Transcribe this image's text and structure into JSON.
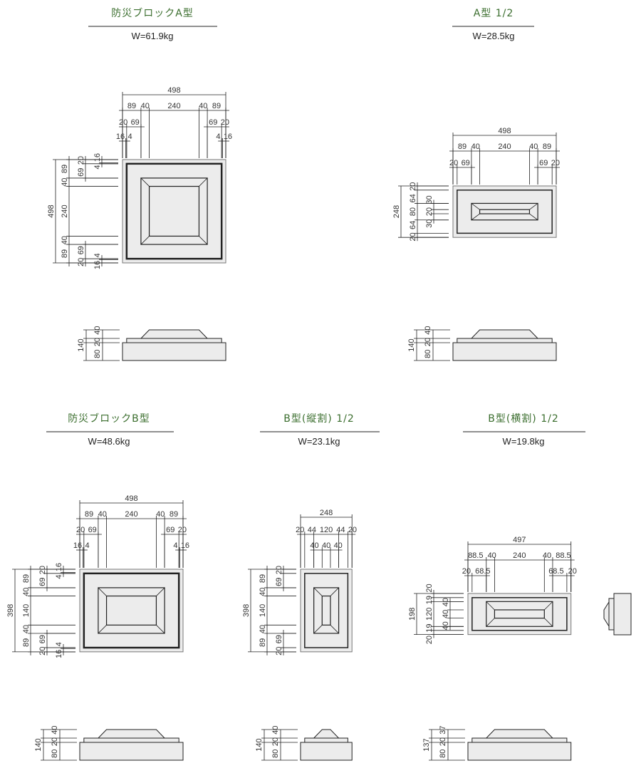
{
  "colors": {
    "title": "#3b6e2e",
    "block_fill": "#ececec",
    "line": "#222222"
  },
  "panels": [
    {
      "title": "防災ブロックA型",
      "weight": "W=61.9kg",
      "dims_top": [
        [
          "498"
        ],
        [
          "89",
          "40",
          "240",
          "40",
          "89"
        ],
        [
          "20",
          "69"
        ],
        [
          "69",
          "20"
        ],
        [
          "16",
          "4"
        ],
        [
          "4",
          "16"
        ]
      ],
      "dims_left": [
        [
          "498"
        ],
        [
          "89",
          "40",
          "240",
          "40",
          "89"
        ],
        [
          "20",
          "69"
        ],
        [
          "69",
          "20"
        ],
        [
          "16",
          "4"
        ],
        [
          "4",
          "16"
        ]
      ],
      "side": [
        "140",
        "40",
        "20",
        "80"
      ]
    },
    {
      "title": "A型 1/2",
      "weight": "W=28.5kg",
      "dims_top": [
        [
          "498"
        ],
        [
          "89",
          "40",
          "240",
          "40",
          "89"
        ],
        [
          "20",
          "69"
        ],
        [
          "69",
          "20"
        ]
      ],
      "dims_left": [
        [
          "248"
        ],
        [
          "20",
          "64",
          "80",
          "64",
          "20"
        ],
        [
          "30",
          "20",
          "30"
        ]
      ],
      "side": [
        "140",
        "40",
        "20",
        "80"
      ]
    },
    {
      "title": "防災ブロックB型",
      "weight": "W=48.6kg",
      "dims_top": [
        [
          "498"
        ],
        [
          "89",
          "40",
          "240",
          "40",
          "89"
        ],
        [
          "20",
          "69"
        ],
        [
          "69",
          "20"
        ],
        [
          "16",
          "4"
        ],
        [
          "4",
          "16"
        ]
      ],
      "dims_left": [
        [
          "398"
        ],
        [
          "89",
          "40",
          "140",
          "40",
          "89"
        ],
        [
          "20",
          "69"
        ],
        [
          "69",
          "20"
        ],
        [
          "16",
          "4"
        ],
        [
          "4",
          "16"
        ]
      ],
      "side": [
        "140",
        "40",
        "20",
        "80"
      ]
    },
    {
      "title": "B型(縦割) 1/2",
      "weight": "W=23.1kg",
      "dims_top": [
        [
          "248"
        ],
        [
          "20",
          "44",
          "120",
          "44",
          "20"
        ],
        [
          "40",
          "40",
          "40"
        ]
      ],
      "dims_left": [
        [
          "398"
        ],
        [
          "89",
          "40",
          "140",
          "40",
          "89"
        ],
        [
          "20",
          "69"
        ],
        [
          "69",
          "20"
        ]
      ],
      "side": [
        "140",
        "40",
        "20",
        "80"
      ]
    },
    {
      "title": "B型(横割) 1/2",
      "weight": "W=19.8kg",
      "dims_top": [
        [
          "497"
        ],
        [
          "88.5",
          "40",
          "240",
          "40",
          "88.5"
        ],
        [
          "20",
          "68.5"
        ],
        [
          "68.5",
          "20"
        ]
      ],
      "dims_left": [
        [
          "198"
        ],
        [
          "20",
          "19",
          "120",
          "19",
          "20"
        ],
        [
          "40",
          "40",
          "40"
        ]
      ],
      "side": [
        "137",
        "37",
        "20",
        "80"
      ]
    }
  ]
}
